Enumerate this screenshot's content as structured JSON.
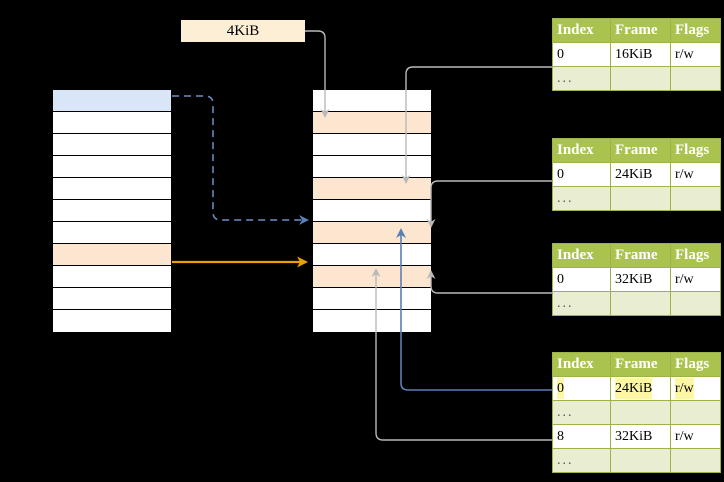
{
  "diagram": {
    "title_label": "4KiB",
    "background_color": "#000000",
    "colors": {
      "header_green": "#aac34f",
      "ellipsis_row": "#e9eed3",
      "peach_highlight": "#fde6d0",
      "blue_highlight": "#d9e6f8",
      "yellow_highlight": "#fdf6a5",
      "orange_arrow": "#e8a200",
      "blue_arrow": "#4a6fa5",
      "gray_arrow": "#b3b3b3"
    }
  },
  "size_label": {
    "text": "4KiB"
  },
  "left_table": {
    "name": "left-memory-column",
    "row_count": 11,
    "rows": [
      {
        "index": 0,
        "fill": "blue",
        "text": ""
      },
      {
        "index": 1,
        "fill": "white",
        "text": ""
      },
      {
        "index": 2,
        "fill": "white",
        "text": ""
      },
      {
        "index": 3,
        "fill": "white",
        "text": ""
      },
      {
        "index": 4,
        "fill": "white",
        "text": ""
      },
      {
        "index": 5,
        "fill": "white",
        "text": ""
      },
      {
        "index": 6,
        "fill": "white",
        "text": ""
      },
      {
        "index": 7,
        "fill": "peach",
        "text": ""
      },
      {
        "index": 8,
        "fill": "white",
        "text": ""
      },
      {
        "index": 9,
        "fill": "white",
        "text": ""
      },
      {
        "index": 10,
        "fill": "white",
        "text": ""
      }
    ]
  },
  "middle_table": {
    "name": "middle-memory-column",
    "row_count": 11,
    "rows": [
      {
        "index": 0,
        "fill": "white",
        "text": ""
      },
      {
        "index": 1,
        "fill": "peach",
        "text": ""
      },
      {
        "index": 2,
        "fill": "white",
        "text": ""
      },
      {
        "index": 3,
        "fill": "white",
        "text": ""
      },
      {
        "index": 4,
        "fill": "peach",
        "text": ""
      },
      {
        "index": 5,
        "fill": "white",
        "text": ""
      },
      {
        "index": 6,
        "fill": "peach",
        "text": ""
      },
      {
        "index": 7,
        "fill": "white",
        "text": ""
      },
      {
        "index": 8,
        "fill": "peach",
        "text": ""
      },
      {
        "index": 9,
        "fill": "white",
        "text": ""
      },
      {
        "index": 10,
        "fill": "white",
        "text": ""
      }
    ]
  },
  "page_tables": [
    {
      "name": "page-table-1",
      "headers": [
        "Index",
        "Frame",
        "Flags"
      ],
      "rows": [
        {
          "cells": [
            "0",
            "16KiB",
            "r/w"
          ],
          "kind": "data",
          "highlight": [
            false,
            false,
            false
          ]
        },
        {
          "cells": [
            "...",
            "",
            ""
          ],
          "kind": "ellipsis",
          "highlight": [
            false,
            false,
            false
          ]
        }
      ]
    },
    {
      "name": "page-table-2",
      "headers": [
        "Index",
        "Frame",
        "Flags"
      ],
      "rows": [
        {
          "cells": [
            "0",
            "24KiB",
            "r/w"
          ],
          "kind": "data",
          "highlight": [
            false,
            false,
            false
          ]
        },
        {
          "cells": [
            "...",
            "",
            ""
          ],
          "kind": "ellipsis",
          "highlight": [
            false,
            false,
            false
          ]
        }
      ]
    },
    {
      "name": "page-table-3",
      "headers": [
        "Index",
        "Frame",
        "Flags"
      ],
      "rows": [
        {
          "cells": [
            "0",
            "32KiB",
            "r/w"
          ],
          "kind": "data",
          "highlight": [
            false,
            false,
            false
          ]
        },
        {
          "cells": [
            "...",
            "",
            ""
          ],
          "kind": "ellipsis",
          "highlight": [
            false,
            false,
            false
          ]
        }
      ]
    },
    {
      "name": "page-table-4",
      "headers": [
        "Index",
        "Frame",
        "Flags"
      ],
      "rows": [
        {
          "cells": [
            "0",
            "24KiB",
            "r/w"
          ],
          "kind": "data",
          "highlight": [
            true,
            true,
            true
          ]
        },
        {
          "cells": [
            "...",
            "",
            ""
          ],
          "kind": "ellipsis",
          "highlight": [
            false,
            false,
            false
          ]
        },
        {
          "cells": [
            "8",
            "32KiB",
            "r/w"
          ],
          "kind": "data",
          "highlight": [
            false,
            false,
            false
          ]
        },
        {
          "cells": [
            "...",
            "",
            ""
          ],
          "kind": "ellipsis",
          "highlight": [
            false,
            false,
            false
          ]
        }
      ]
    }
  ],
  "connectors": [
    {
      "name": "size-label-to-middle-row1",
      "style": "gray-arrow"
    },
    {
      "name": "left-blue-row-to-middle-row6",
      "style": "blue-dashed-arrow"
    },
    {
      "name": "left-peach-row-to-middle-row8",
      "style": "orange-solid-arrow"
    },
    {
      "name": "page-table-1-to-middle-row4",
      "style": "gray-arrow"
    },
    {
      "name": "page-table-2-to-middle-row6",
      "style": "gray-arrow"
    },
    {
      "name": "page-table-3-to-middle-row4-up",
      "style": "gray-arrow"
    },
    {
      "name": "page-table-4-row0-to-middle-row6",
      "style": "blue-line"
    },
    {
      "name": "page-table-4-row8-to-middle-row8",
      "style": "gray-arrow"
    }
  ]
}
